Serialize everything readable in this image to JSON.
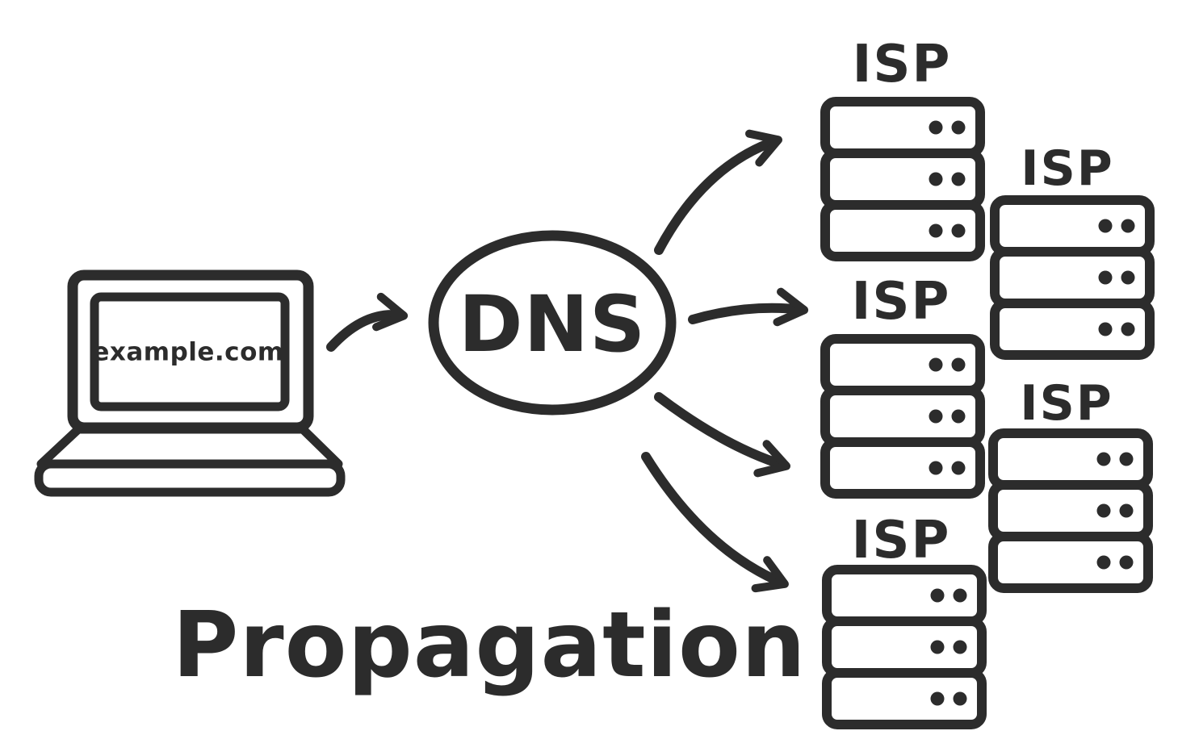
{
  "diagram": {
    "client": {
      "screen_text": "example.com"
    },
    "dns_node": {
      "label": "DNS"
    },
    "isp_nodes": [
      {
        "label": "ISP"
      },
      {
        "label": "ISP"
      },
      {
        "label": "ISP"
      },
      {
        "label": "ISP"
      },
      {
        "label": "ISP"
      }
    ],
    "caption": "Propagation"
  },
  "colors": {
    "ink": "#2c2c2c",
    "background": "#ffffff"
  }
}
